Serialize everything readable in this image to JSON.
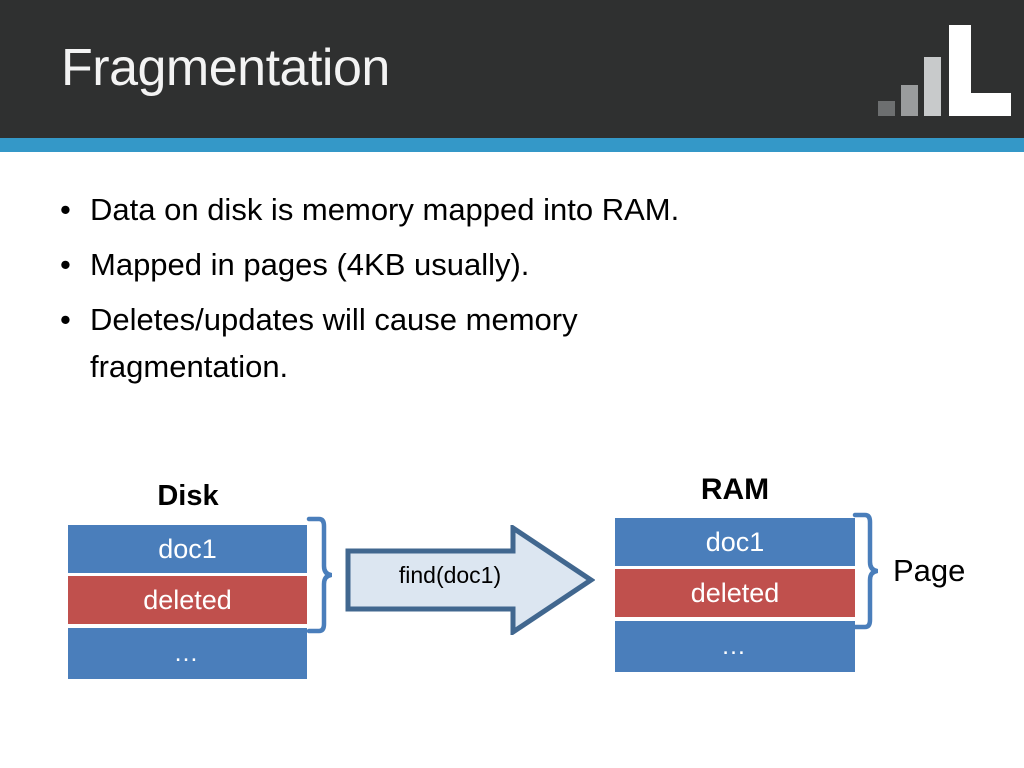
{
  "slide": {
    "title": "Fragmentation",
    "logo": {
      "name": "logo-bars-l",
      "bar_colors": [
        "#6d6f70",
        "#9a9c9d",
        "#c8cacb"
      ],
      "letter": "L",
      "letter_color": "#ffffff"
    },
    "header_bg": "#2f3030",
    "accent_color": "#3498c8"
  },
  "bullets": [
    {
      "marker": "•",
      "text": "Data on disk is memory mapped into RAM."
    },
    {
      "marker": "•",
      "text": "Mapped in pages (4KB usually)."
    },
    {
      "marker": "•",
      "text": "Deletes/updates will cause memory fragmentation."
    }
  ],
  "diagram": {
    "disk": {
      "label": "Disk",
      "rows": [
        {
          "text": "doc1",
          "color": "#4a7ebb",
          "state": "allocated"
        },
        {
          "text": "deleted",
          "color": "#c0504d",
          "state": "deleted"
        },
        {
          "text": "…",
          "color": "#4a7ebb",
          "state": "more"
        }
      ]
    },
    "ram": {
      "label": "RAM",
      "rows": [
        {
          "text": "doc1",
          "color": "#4a7ebb",
          "state": "allocated"
        },
        {
          "text": "deleted",
          "color": "#c0504d",
          "state": "deleted"
        },
        {
          "text": "…",
          "color": "#4a7ebb",
          "state": "more"
        }
      ]
    },
    "arrow": {
      "label": "find(doc1)",
      "fill": "#dce6f1",
      "stroke": "#41678f"
    },
    "page_label": "Page",
    "brace_color": "#4a7ebb"
  }
}
